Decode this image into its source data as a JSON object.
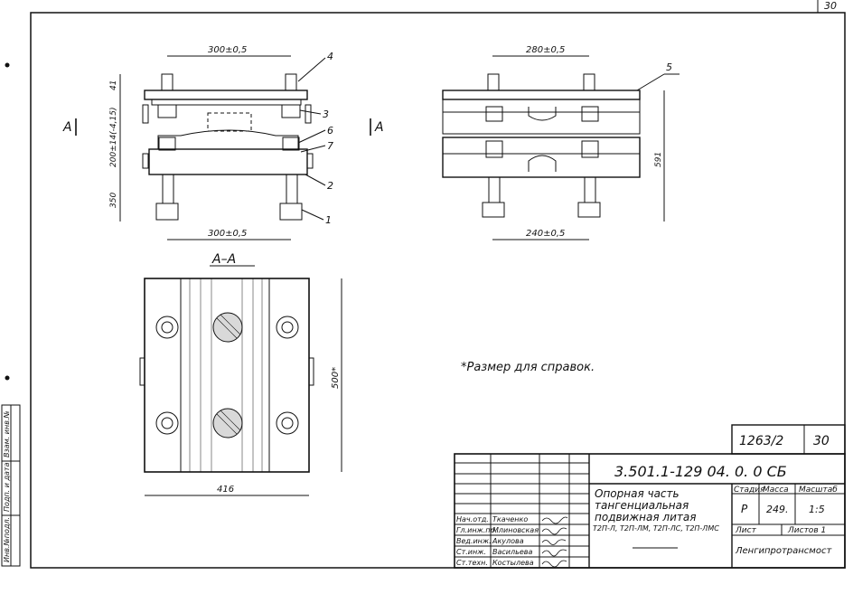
{
  "sheet": {
    "corner_sheet_number": "30",
    "note": "*Размер для справок."
  },
  "view_front": {
    "dim_top": "300±0,5",
    "dim_bottom": "300±0,5",
    "dim_left_41": "41",
    "dim_left_mid": "200±14(-4,15)",
    "dim_left_350": "350",
    "section_mark_left": "А",
    "section_mark_right": "А",
    "callouts": [
      "4",
      "3",
      "6",
      "7",
      "2",
      "1"
    ]
  },
  "view_side": {
    "dim_top": "280±0,5",
    "dim_bottom": "240±0,5",
    "dim_right": "591",
    "callout": "5"
  },
  "section_aa": {
    "title": "А–А",
    "dim_width": "416",
    "dim_height": "500*"
  },
  "title_block": {
    "sheet_id": "1263/2",
    "sheet_no": "30",
    "code": "3.501.1-129 04. 0. 0 СБ",
    "name_lines": [
      "Опорная часть",
      "тангенциальная",
      "подвижная литая"
    ],
    "variants": "Т2П-Л, Т2П-ЛМ, Т2П-ЛС, Т2П-ЛМС",
    "stage_label": "Стадия",
    "mass_label": "Масса",
    "scale_label": "Масштаб",
    "stage": "Р",
    "mass": "249.",
    "scale": "1:5",
    "sheet_label": "Лист",
    "sheets_label": "Листов 1",
    "org": "Ленгипротрансмост",
    "roles": [
      {
        "role": "Нач.отд.",
        "name": "Ткаченко"
      },
      {
        "role": "Гл.инж.пр.",
        "name": "Млиновская"
      },
      {
        "role": "Вед.инж.",
        "name": "Акулова"
      },
      {
        "role": "Ст.инж.",
        "name": "Васильева"
      },
      {
        "role": "Ст.техн.",
        "name": "Костылева"
      }
    ]
  },
  "side_stamp": {
    "cells": [
      "Инв.№подл.",
      "Подп. и дата",
      "Взам. инв.№"
    ]
  }
}
